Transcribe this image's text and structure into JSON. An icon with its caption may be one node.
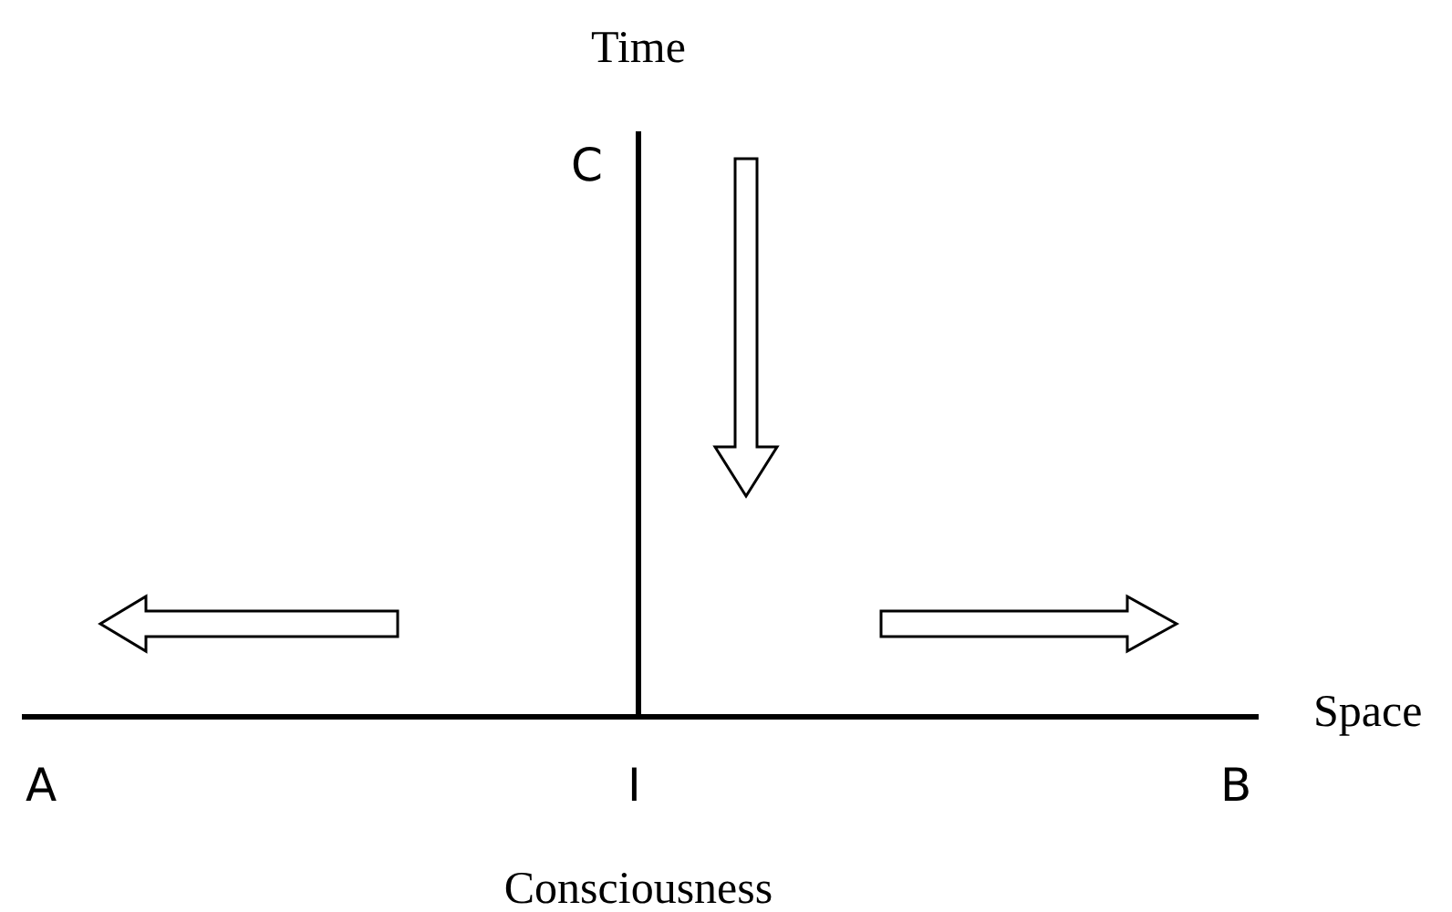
{
  "diagram": {
    "labels": [
      "Time",
      "C",
      "Space",
      "A",
      "I",
      "B",
      "Consciousness"
    ]
  }
}
